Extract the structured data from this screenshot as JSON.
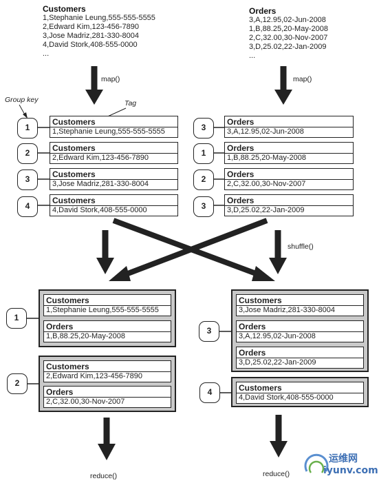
{
  "customers_source": {
    "title": "Customers",
    "lines": [
      "1,Stephanie Leung,555-555-5555",
      "2,Edward Kim,123-456-7890",
      "3,Jose Madriz,281-330-8004",
      "4,David Stork,408-555-0000",
      "..."
    ]
  },
  "orders_source": {
    "title": "Orders",
    "lines": [
      "3,A,12.95,02-Jun-2008",
      "1,B,88.25,20-May-2008",
      "2,C,32.00,30-Nov-2007",
      "3,D,25.02,22-Jan-2009",
      "..."
    ]
  },
  "labels": {
    "map_left": "map()",
    "map_right": "map()",
    "group_key": "Group key",
    "tag": "Tag",
    "shuffle": "shuffle()",
    "reduce_left": "reduce()",
    "reduce_right": "reduce()"
  },
  "mapped_customers": [
    {
      "key": "1",
      "tag": "Customers",
      "value": "1,Stephanie Leung,555-555-5555"
    },
    {
      "key": "2",
      "tag": "Customers",
      "value": "2,Edward Kim,123-456-7890"
    },
    {
      "key": "3",
      "tag": "Customers",
      "value": "3,Jose Madriz,281-330-8004"
    },
    {
      "key": "4",
      "tag": "Customers",
      "value": "4,David Stork,408-555-0000"
    }
  ],
  "mapped_orders": [
    {
      "key": "3",
      "tag": "Orders",
      "value": "3,A,12.95,02-Jun-2008"
    },
    {
      "key": "1",
      "tag": "Orders",
      "value": "1,B,88.25,20-May-2008"
    },
    {
      "key": "2",
      "tag": "Orders",
      "value": "2,C,32.00,30-Nov-2007"
    },
    {
      "key": "3",
      "tag": "Orders",
      "value": "3,D,25.02,22-Jan-2009"
    }
  ],
  "groups_left": [
    {
      "key": "1",
      "records": [
        {
          "tag": "Customers",
          "value": "1,Stephanie Leung,555-555-5555"
        },
        {
          "tag": "Orders",
          "value": "1,B,88.25,20-May-2008"
        }
      ]
    },
    {
      "key": "2",
      "records": [
        {
          "tag": "Customers",
          "value": "2,Edward Kim,123-456-7890"
        },
        {
          "tag": "Orders",
          "value": "2,C,32.00,30-Nov-2007"
        }
      ]
    }
  ],
  "groups_right": [
    {
      "key": "3",
      "records": [
        {
          "tag": "Customers",
          "value": "3,Jose Madriz,281-330-8004"
        },
        {
          "tag": "Orders",
          "value": "3,A,12.95,02-Jun-2008"
        },
        {
          "tag": "Orders",
          "value": "3,D,25.02,22-Jan-2009"
        }
      ]
    },
    {
      "key": "4",
      "records": [
        {
          "tag": "Customers",
          "value": "4,David Stork,408-555-0000"
        }
      ]
    }
  ],
  "watermark": {
    "text_cn": "运维网",
    "text_url": "iyunv.com"
  }
}
